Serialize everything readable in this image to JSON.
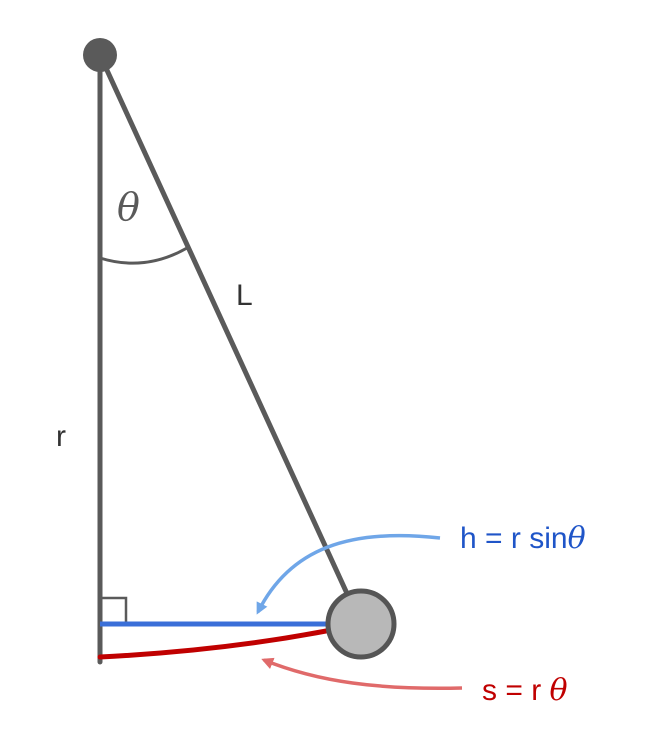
{
  "labels": {
    "theta": "θ",
    "length": "L",
    "radius": "r",
    "height_formula_prefix": "h = r sin",
    "height_formula_symbol": "θ",
    "arc_formula_prefix": "s = r ",
    "arc_formula_symbol": "θ"
  },
  "colors": {
    "rod": "#5a5a5a",
    "pivot": "#5a5a5a",
    "bob_fill": "#b8b8b8",
    "bob_stroke": "#555555",
    "height_line": "#3a6fd8",
    "height_text": "#1f55c8",
    "height_arrow": "#6fa6e8",
    "arc_line": "#c00000",
    "arc_text": "#c00000",
    "arc_arrow": "#e06a6a",
    "label_text": "#333333"
  },
  "icons": {
    "pivot": "pivot-dot-icon",
    "bob": "pendulum-bob-icon",
    "right_angle": "right-angle-marker-icon"
  }
}
